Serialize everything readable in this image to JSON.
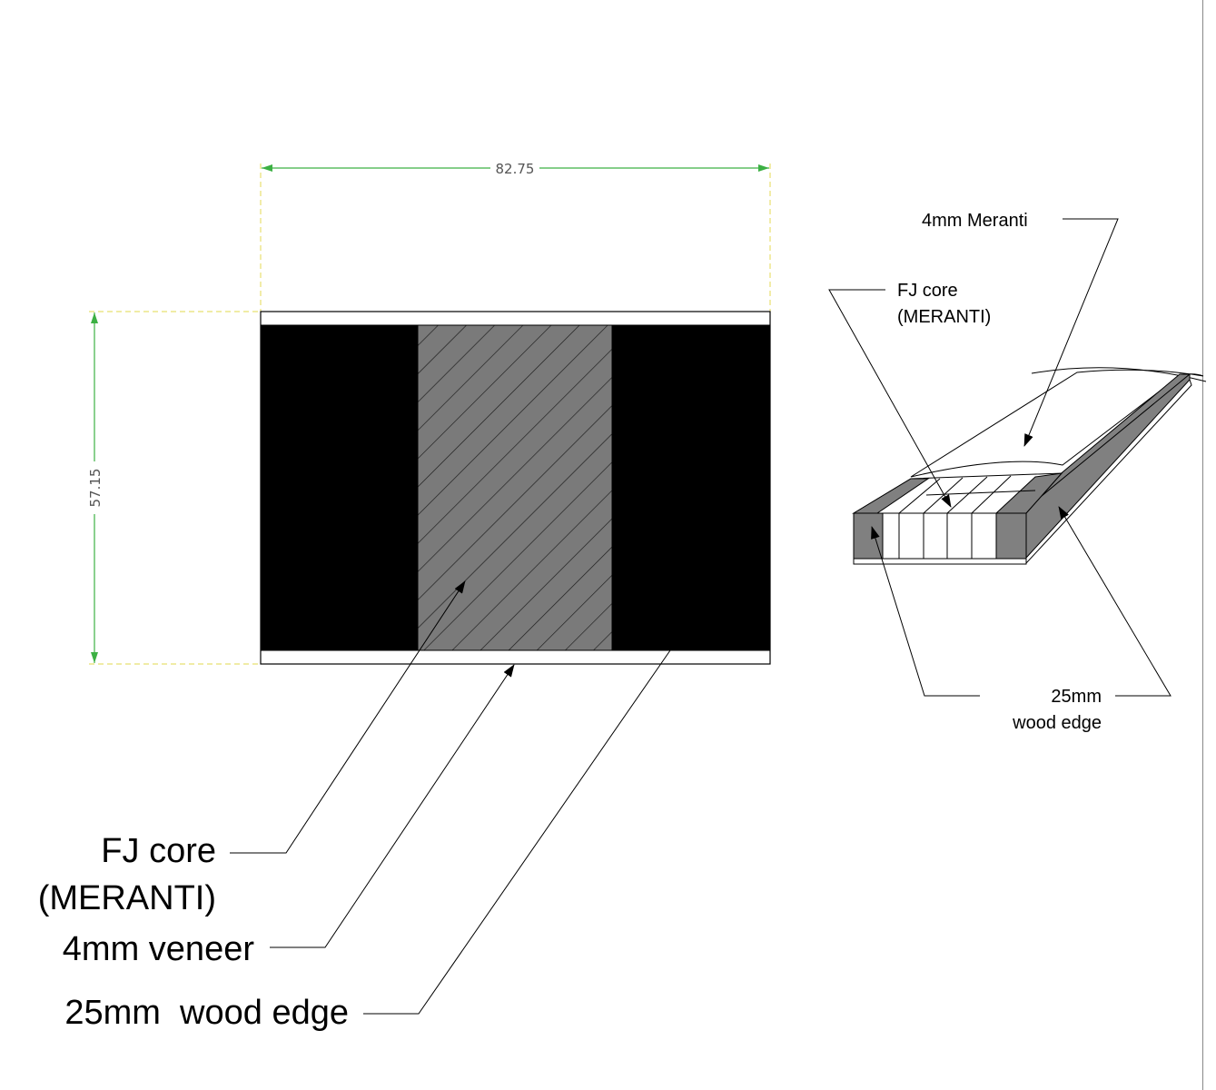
{
  "section": {
    "width_dim": "82.75",
    "height_dim": "57.15",
    "labels": {
      "core_line1": "FJ core",
      "core_line2": "(MERANTI)",
      "veneer": "4mm veneer",
      "edge": "25mm  wood edge"
    }
  },
  "isometric": {
    "labels": {
      "meranti": "4mm Meranti",
      "core_line1": "FJ core",
      "core_line2": "(MERANTI)",
      "edge_line1": "25mm",
      "edge_line2": "wood edge"
    }
  },
  "colors": {
    "dimension_line": "#3cb043",
    "extension_line": "#e8e070",
    "wood_edge": "#000000",
    "core_fill": "#7a7a7a",
    "iso_edge_fill": "#808080",
    "leader": "#000000"
  }
}
